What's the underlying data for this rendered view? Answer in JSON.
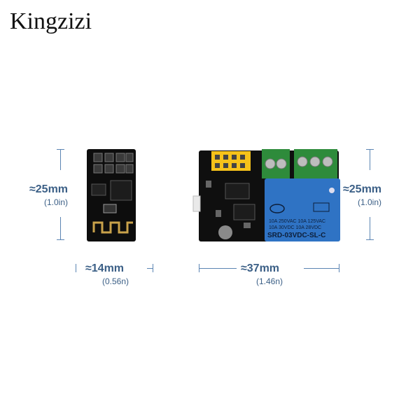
{
  "brand": "Kingzizi",
  "dimensions": {
    "left_height": {
      "main": "≈25mm",
      "sub": "(1.0in)"
    },
    "right_height": {
      "main": "≈25mm",
      "sub": "(1.0in)"
    },
    "esp_width": {
      "main": "≈14mm",
      "sub": "(0.56n)"
    },
    "relay_width": {
      "main": "≈37mm",
      "sub": "(1.46n)"
    }
  },
  "relay": {
    "line1": "10A 250VAC  10A 125VAC",
    "line2": "10A  30VDC  10A  28VDC",
    "model": "SRD-03VDC-SL-C"
  },
  "colors": {
    "pcb": "#101010",
    "relay_blue": "#2f73c4",
    "terminal_green": "#2e8b3b",
    "header_yellow": "#f6c21a",
    "dimension_blue": "#3b5f86"
  }
}
